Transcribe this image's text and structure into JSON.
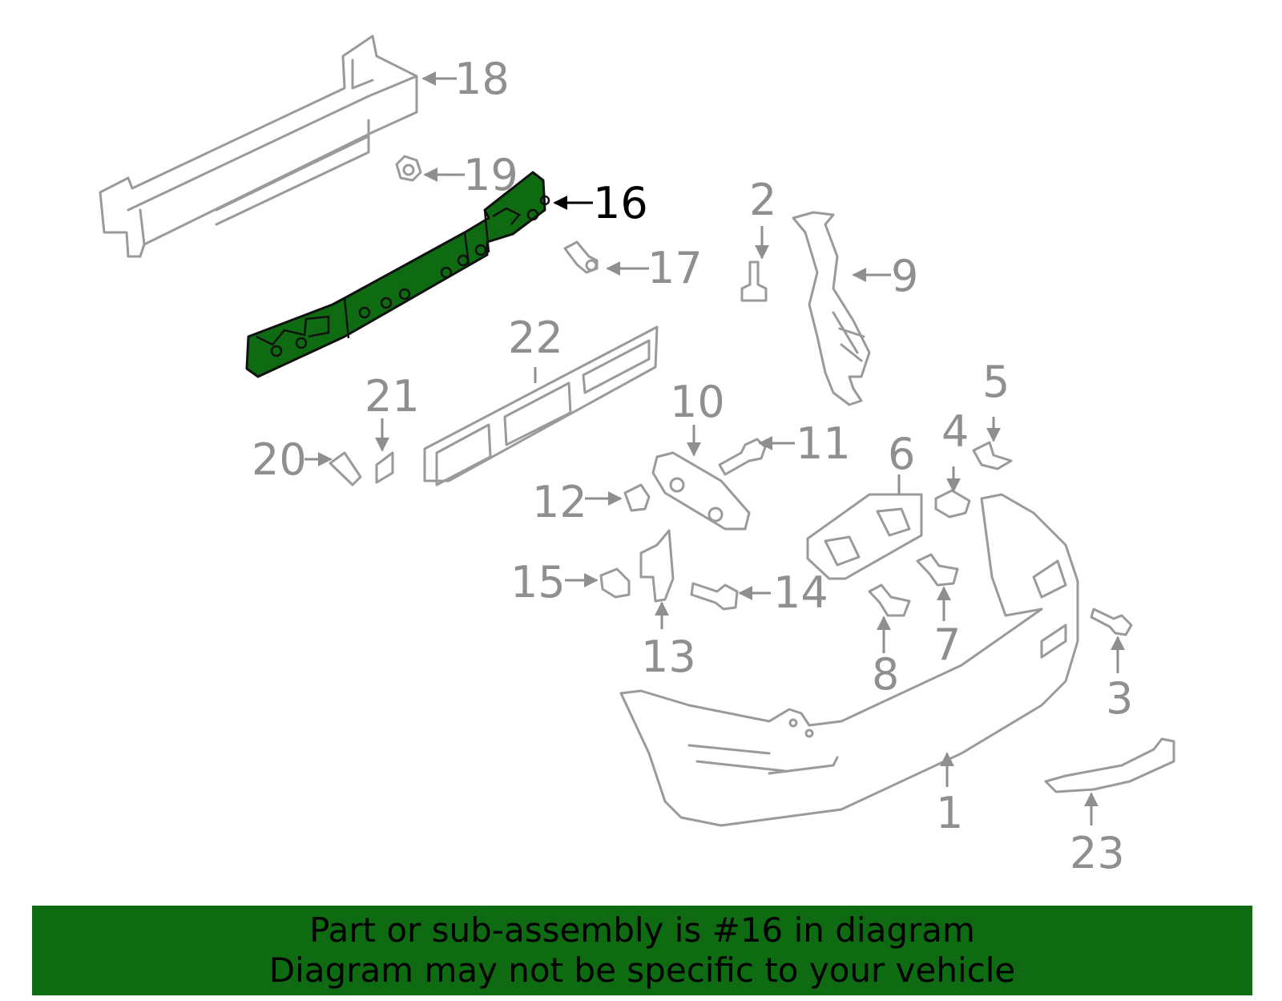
{
  "diagram": {
    "callouts": [
      "1",
      "2",
      "3",
      "4",
      "5",
      "6",
      "7",
      "8",
      "9",
      "10",
      "11",
      "12",
      "13",
      "14",
      "15",
      "16",
      "17",
      "18",
      "19",
      "20",
      "21",
      "22",
      "23"
    ],
    "highlighted_part": "16",
    "highlight_color": "#0f6b12",
    "part_line_color": "#9a9a9a"
  },
  "banner": {
    "line1": "Part or sub-assembly is #16 in diagram",
    "line2": "Diagram may not be specific to your vehicle",
    "background": "#0f6b12"
  }
}
